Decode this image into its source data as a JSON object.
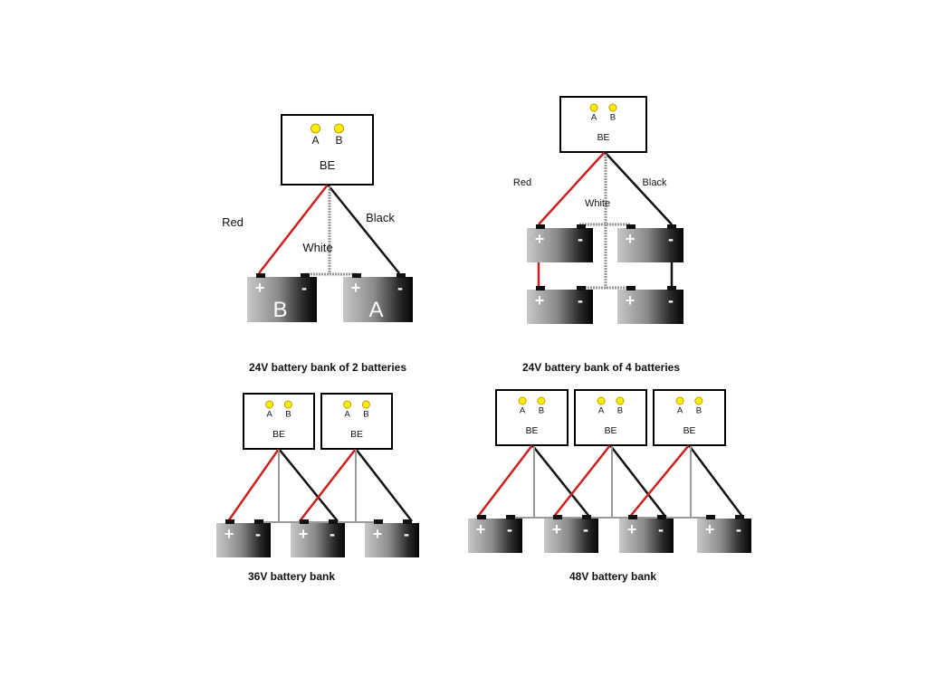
{
  "labels": {
    "led_a": "A",
    "led_b": "B",
    "unit": "BE",
    "red": "Red",
    "black": "Black",
    "white": "White",
    "plus": "+",
    "minus": "-",
    "battery_a": "A",
    "battery_b": "B"
  },
  "captions": {
    "d1": "24V battery bank of 2 batteries",
    "d2": "24V battery bank of 4 batteries",
    "d3": "36V battery bank",
    "d4": "48V battery bank"
  },
  "colors": {
    "red_wire": "#cc1f1f",
    "black_wire": "#111111",
    "white_wire": "#9a9a9a",
    "led": "#ffee00"
  }
}
